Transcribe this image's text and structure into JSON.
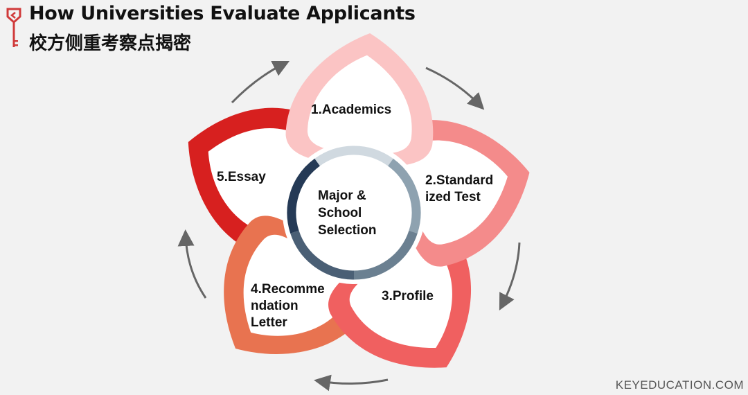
{
  "header": {
    "title": "How Universities Evaluate Applicants",
    "subtitle": "校方侧重考察点揭密"
  },
  "center": {
    "label": "Major & School Selection",
    "ring_colors": [
      "#d0d9e0",
      "#8ea2b0",
      "#6b8091",
      "#4a5f75",
      "#253a56"
    ]
  },
  "petals": [
    {
      "label": "1.Academics",
      "color": "#fbc4c4"
    },
    {
      "label": "2.Standardized Test",
      "line1": "2.Standard",
      "line2": "ized Test",
      "color": "#f48b8b"
    },
    {
      "label": "3.Profile",
      "color": "#f06060"
    },
    {
      "label": "4.Recommendation Letter",
      "line1": "4.Recomme",
      "line2": "ndation",
      "line3": "Letter",
      "color": "#e87350"
    },
    {
      "label": "5.Essay",
      "color": "#d7201f"
    }
  ],
  "center_lines": [
    "Major &",
    "School",
    "Selection"
  ],
  "watermark": "KEYEDUCATION.COM",
  "colors": {
    "arrow": "#666666",
    "logo": "#d03a3a"
  }
}
